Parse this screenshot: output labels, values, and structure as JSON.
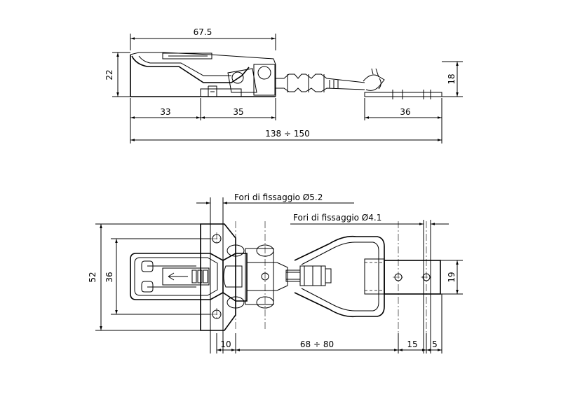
{
  "side_view": {
    "dim_top_width": "67.5",
    "dim_height": "22",
    "dim_right_height": "18",
    "dim_left_length": "33",
    "dim_middle_length": "35",
    "dim_right_length": "36",
    "dim_overall_length": "138 ÷ 150"
  },
  "top_view": {
    "holes_large_label": "Fori di fissaggio Ø5.2",
    "holes_small_label": "Fori di fissaggio Ø4.1",
    "dim_overall_width": "52",
    "dim_hole_spacing": "36",
    "dim_plate_width": "19",
    "dim_hole_offset": "10",
    "dim_adjust_range": "68 ÷ 80",
    "dim_hole_pitch": "15",
    "dim_end_offset": "5"
  },
  "colors": {
    "line": "#000000",
    "background": "#ffffff"
  }
}
